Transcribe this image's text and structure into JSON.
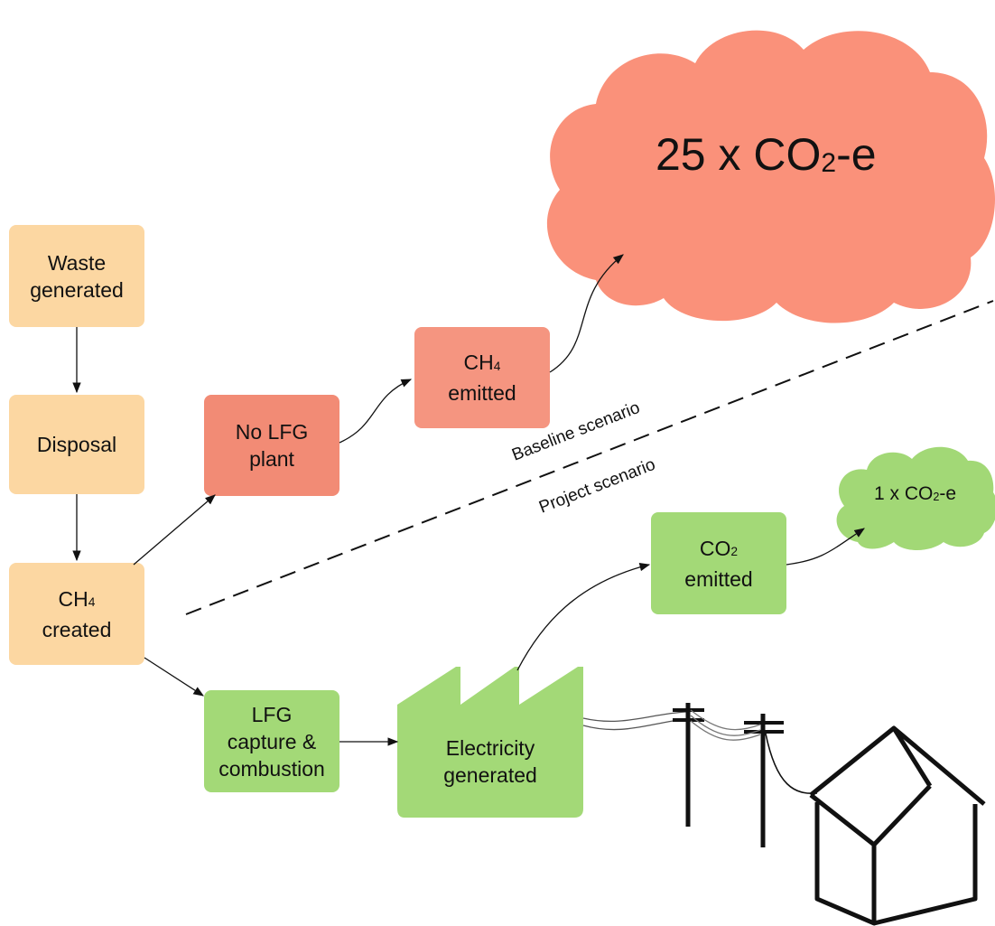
{
  "nodes": {
    "waste_generated": {
      "line1": "Waste",
      "line2": "generated"
    },
    "disposal": {
      "line1": "Disposal"
    },
    "ch4_created": {
      "line1_main": "CH",
      "line1_sub": "4",
      "line2": "created"
    },
    "no_lfg_plant": {
      "line1": "No LFG",
      "line2": "plant"
    },
    "ch4_emitted": {
      "line1_main": "CH",
      "line1_sub": "4",
      "line2": "emitted"
    },
    "lfg_capture": {
      "line1": "LFG",
      "line2": "capture &",
      "line3": "combustion"
    },
    "electricity": {
      "line1": "Electricity",
      "line2": "generated"
    },
    "co2_emitted": {
      "line1_main": "CO",
      "line1_sub": "2",
      "line2": "emitted"
    }
  },
  "clouds": {
    "baseline": {
      "prefix": "25 x CO",
      "sub": "2",
      "suffix": "-e"
    },
    "project": {
      "prefix": "1 x CO",
      "sub": "2",
      "suffix": "-e"
    }
  },
  "divider": {
    "baseline_label": "Baseline scenario",
    "project_label": "Project scenario"
  },
  "colors": {
    "peach": "#fcd7a2",
    "salmon": "#f28b75",
    "salmon_light": "#f59580",
    "green": "#a3d977",
    "cloud_red": "#fa917a",
    "cloud_green": "#a2d876",
    "line": "#111111"
  }
}
